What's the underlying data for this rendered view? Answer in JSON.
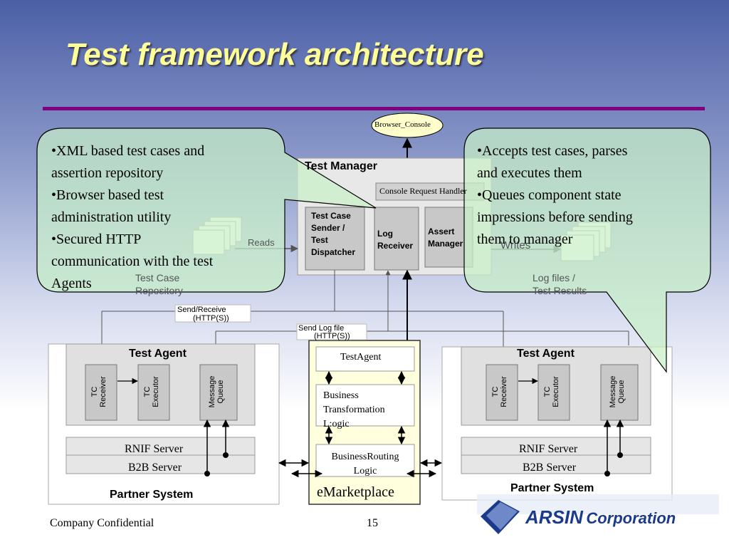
{
  "slide": {
    "title": "Test framework architecture",
    "footer_left": "Company Confidential",
    "page_number": "15"
  },
  "browser_console": "Browser_Console",
  "test_manager": {
    "title": "Test Manager",
    "console_handler": "Console Request Handler",
    "dispatcher": [
      "Test Case",
      "Sender /",
      "Test",
      "Dispatcher"
    ],
    "log_receiver": [
      "Log",
      "Receiver"
    ],
    "assert_manager": [
      "Assert",
      "Manager"
    ]
  },
  "repository": {
    "reads": "Reads",
    "label": [
      "Test Case",
      "Repository"
    ]
  },
  "log_files": {
    "writes": "Writes",
    "label": [
      "Log files /",
      "Test Results"
    ]
  },
  "links": {
    "send_receive": [
      "Send/Receive",
      "(HTTP(S))"
    ],
    "send_log": [
      "Send Log file",
      "(HTTP(S))"
    ]
  },
  "left_partner": {
    "agent_title": "Test Agent",
    "tc_receiver": [
      "TC",
      "Receiver"
    ],
    "tc_executor": [
      "TC",
      "Executor"
    ],
    "message_queue": [
      "Message",
      "Queue"
    ],
    "rnif": "RNIF Server",
    "b2b": "B2B Server",
    "system_label": "Partner System"
  },
  "right_partner": {
    "agent_title": "Test Agent",
    "tc_receiver": [
      "TC",
      "Receiver"
    ],
    "tc_executor": [
      "TC",
      "Executor"
    ],
    "message_queue": [
      "Message",
      "Queue"
    ],
    "rnif": "RNIF Server",
    "b2b": "B2B Server",
    "system_label": "Partner System"
  },
  "emarketplace": {
    "test_agent": "TestAgent",
    "business_transformation": [
      "Business",
      "Transformation",
      "L:ogic"
    ],
    "business_routing": [
      "BusinessRouting",
      "Logic"
    ],
    "label": "eMarketplace"
  },
  "callout_left": [
    "•XML based test cases and",
    "assertion repository",
    "•Browser based test",
    "administration utility",
    "•Secured HTTP",
    "communication with the test",
    "Agents"
  ],
  "callout_right": [
    "•Accepts test cases, parses",
    "and executes them",
    "•Queues component state",
    "impressions before sending",
    "them to manager"
  ],
  "logo": {
    "brand": "ARSIN",
    "suffix": "Corporation",
    "colors": {
      "brand": "#1a3a8c",
      "title": "#ffff99",
      "rule": "#800080"
    }
  }
}
